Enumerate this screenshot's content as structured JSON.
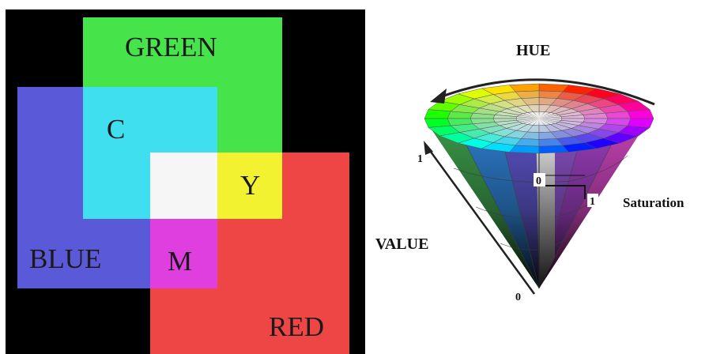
{
  "rgb_diagram": {
    "labels": {
      "green": "GREEN",
      "blue": "BLUE",
      "red": "RED",
      "cyan": "C",
      "yellow": "Y",
      "magenta": "M"
    },
    "colors": {
      "background": "#000000",
      "green": "#46e34a",
      "blue": "#5a5ad8",
      "red": "#ee4545",
      "cyan": "#40dff0",
      "yellow": "#f2f230",
      "magenta": "#e03fe0",
      "white": "#f6f6f6"
    }
  },
  "hsv_diagram": {
    "labels": {
      "hue": "HUE",
      "value": "VALUE",
      "saturation": "Saturation",
      "value_max": "1",
      "value_min": "0",
      "saturation_min": "0",
      "saturation_max": "1"
    }
  }
}
